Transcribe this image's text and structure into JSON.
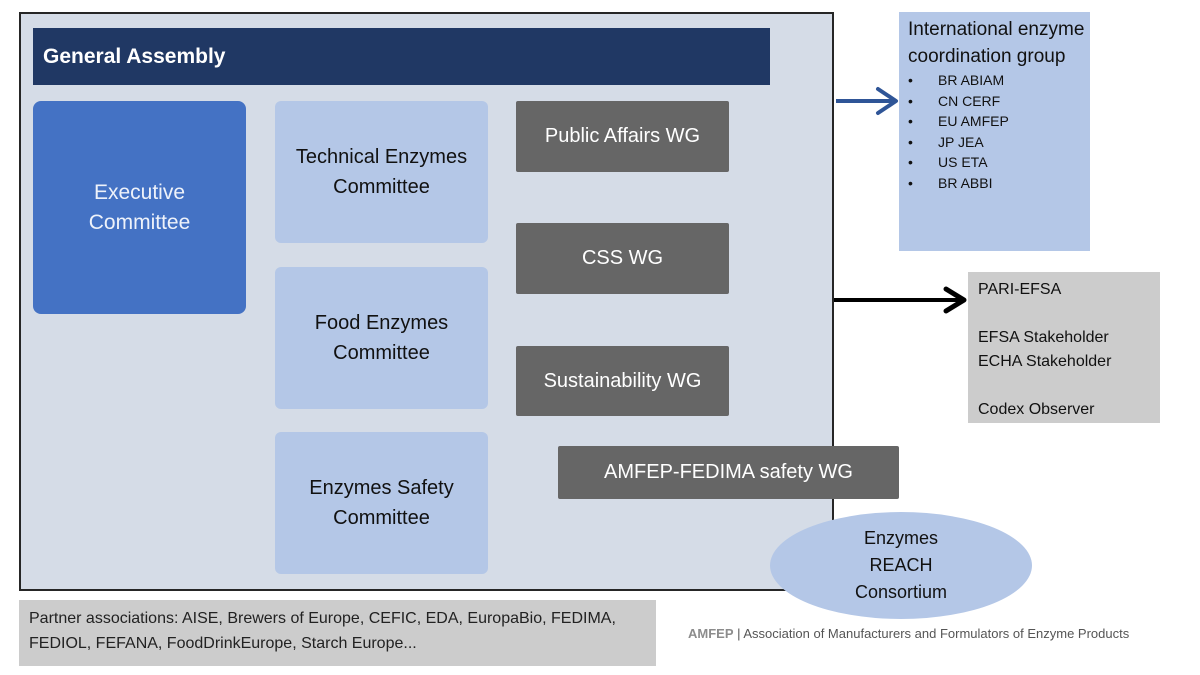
{
  "general_assembly": {
    "label": "General Assembly"
  },
  "executive_committee": {
    "label": "Executive Committee"
  },
  "committees": [
    {
      "label": "Technical Enzymes Committee"
    },
    {
      "label": "Food Enzymes Committee"
    },
    {
      "label": "Enzymes Safety Committee"
    }
  ],
  "working_groups": [
    {
      "label": "Public Affairs WG"
    },
    {
      "label": "CSS WG"
    },
    {
      "label": "Sustainability WG"
    },
    {
      "label": "AMFEP-FEDIMA safety WG"
    }
  ],
  "international_group": {
    "title": "International enzyme coordination group",
    "members": [
      "BR ABIAM",
      "CN CERF",
      "EU AMFEP",
      "JP JEA",
      "US ETA",
      "BR ABBI"
    ],
    "bullet": "•"
  },
  "stakeholder_box": {
    "lines": [
      "PARI-EFSA",
      "",
      "EFSA Stakeholder",
      "ECHA Stakeholder",
      "",
      "Codex Observer"
    ]
  },
  "reach_consortium": {
    "label": "Enzymes REACH Consortium"
  },
  "partners": {
    "text": "Partner associations: AISE, Brewers of Europe, CEFIC, EDA, EuropaBio, FEDIMA, FEDIOL, FEFANA, FoodDrinkEurope, Starch Europe..."
  },
  "footer": {
    "brand": "AMFEP",
    "separator": " | ",
    "text": "Association of Manufacturers and Formulators of Enzyme Products"
  },
  "colors": {
    "frame_bg": "#d5dce7",
    "general_assembly": "#203864",
    "executive": "#4472c4",
    "committee": "#b4c7e7",
    "working_group": "#666666",
    "stakeholder": "#cccccc",
    "blue_arrow": "#2f5597",
    "black_arrow": "#000000"
  }
}
